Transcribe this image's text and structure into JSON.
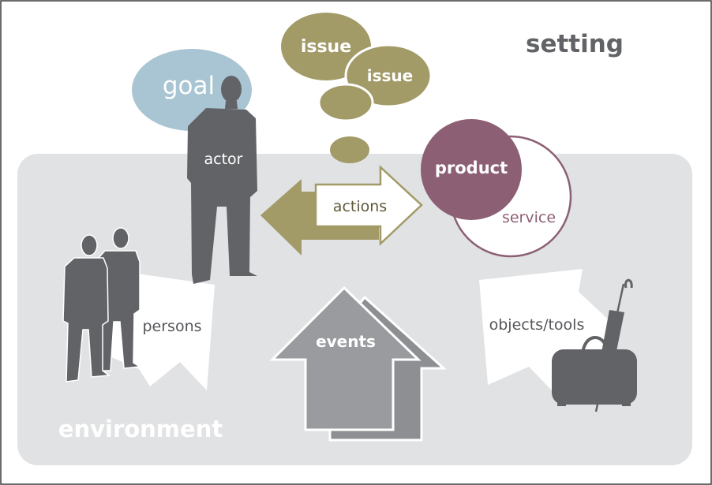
{
  "labels": {
    "setting": "setting",
    "goal": "goal",
    "issue_1": "issue",
    "issue_2": "issue",
    "actor": "actor",
    "actions": "actions",
    "product": "product",
    "service": "service",
    "persons": "persons",
    "events": "events",
    "objects_tools": "objects/tools",
    "environment": "environment"
  },
  "colors": {
    "environment_fill": "#e1e2e4",
    "goal_fill": "#a9c4d2",
    "issue_fill": "#a29a67",
    "actions_fill": "#a29a67",
    "product_fill": "#8c5f74",
    "service_stroke": "#8c5f74",
    "figure_fill": "#626366",
    "events_fill": "#9a9b9e",
    "setting_text": "#626366",
    "frame_stroke": "#3a3a3a"
  }
}
